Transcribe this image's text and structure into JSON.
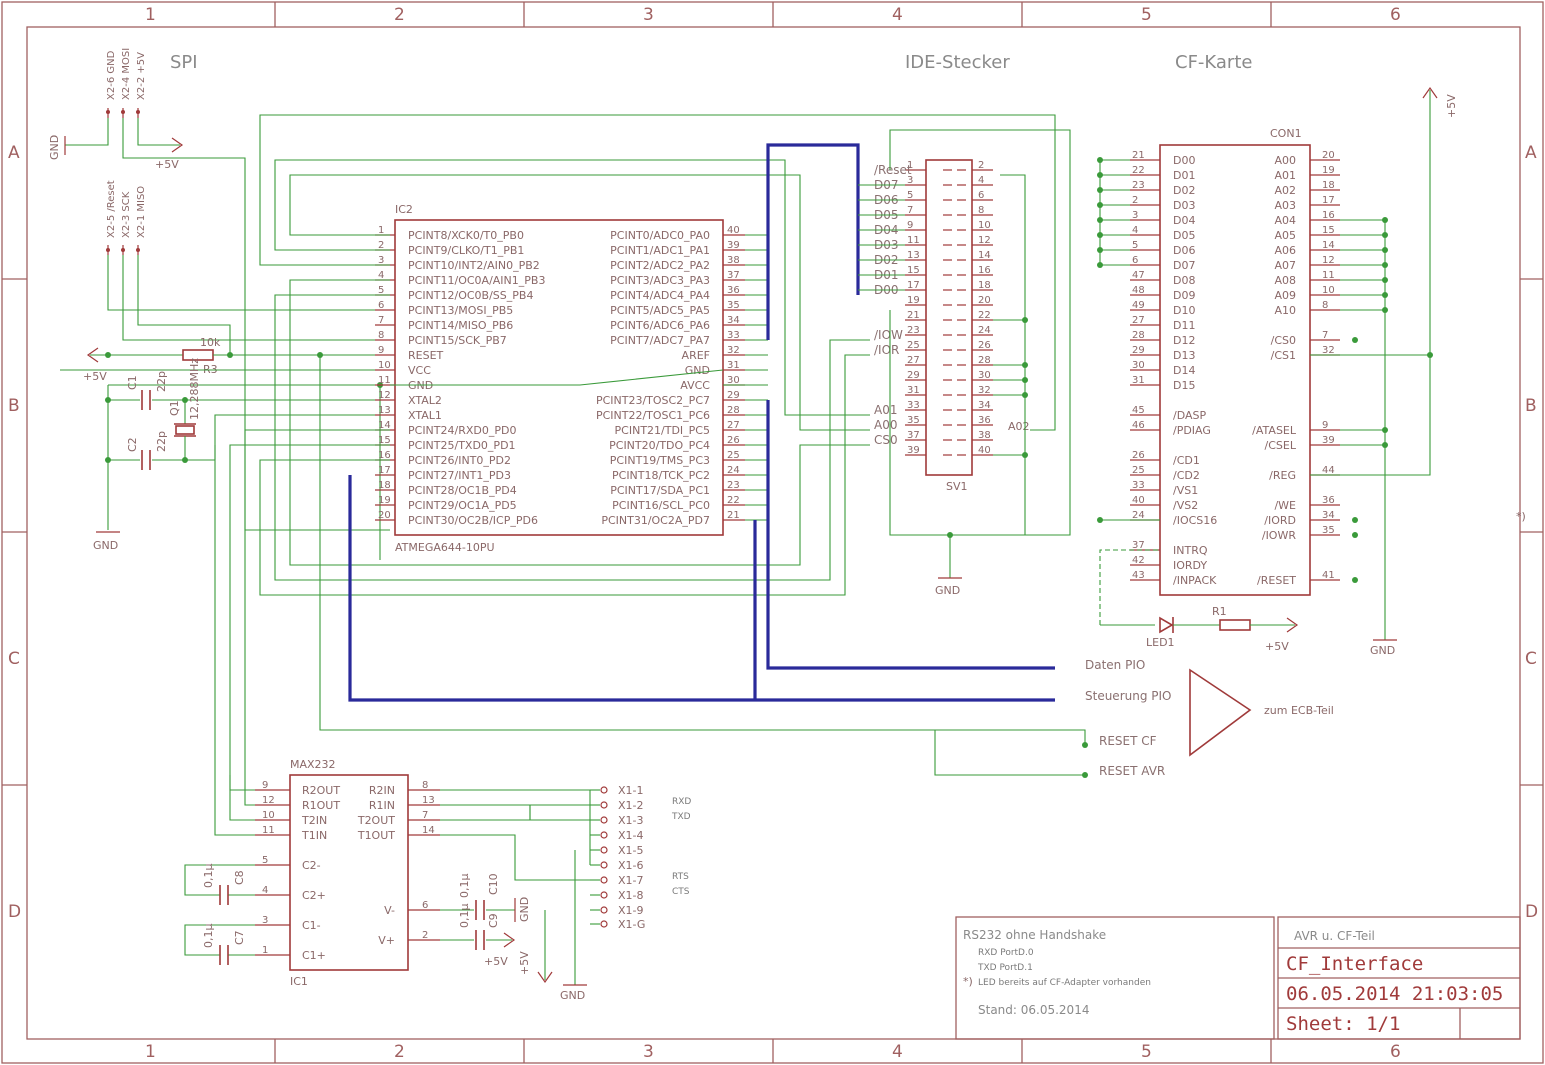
{
  "grid": {
    "columns": [
      "1",
      "2",
      "3",
      "4",
      "5",
      "6"
    ],
    "rows": [
      "A",
      "B",
      "C",
      "D"
    ]
  },
  "section_titles": {
    "spi": "SPI",
    "ide": "IDE-Stecker",
    "cf": "CF-Karte"
  },
  "spi_header": {
    "top_pins": [
      "X2-6 GND",
      "X2-4 MOSI",
      "X2-2 +5V"
    ],
    "bottom_pins": [
      "X2-5 /Reset",
      "X2-3 SCK",
      "X2-1 MISO"
    ],
    "gnd": "GND",
    "vcc": "+5V"
  },
  "ic2": {
    "name": "IC2",
    "value": "ATMEGA644-10PU",
    "left_pins": [
      {
        "num": "1",
        "name": "PCINT8/XCK0/T0_PB0"
      },
      {
        "num": "2",
        "name": "PCINT9/CLKO/T1_PB1"
      },
      {
        "num": "3",
        "name": "PCINT10/INT2/AIN0_PB2"
      },
      {
        "num": "4",
        "name": "PCINT11/OC0A/AIN1_PB3"
      },
      {
        "num": "5",
        "name": "PCINT12/OC0B/SS_PB4"
      },
      {
        "num": "6",
        "name": "PCINT13/MOSI_PB5"
      },
      {
        "num": "7",
        "name": "PCINT14/MISO_PB6"
      },
      {
        "num": "8",
        "name": "PCINT15/SCK_PB7"
      },
      {
        "num": "9",
        "name": "RESET"
      },
      {
        "num": "10",
        "name": "VCC"
      },
      {
        "num": "11",
        "name": "GND"
      },
      {
        "num": "12",
        "name": "XTAL2"
      },
      {
        "num": "13",
        "name": "XTAL1"
      },
      {
        "num": "14",
        "name": "PCINT24/RXD0_PD0"
      },
      {
        "num": "15",
        "name": "PCINT25/TXD0_PD1"
      },
      {
        "num": "16",
        "name": "PCINT26/INT0_PD2"
      },
      {
        "num": "17",
        "name": "PCINT27/INT1_PD3"
      },
      {
        "num": "18",
        "name": "PCINT28/OC1B_PD4"
      },
      {
        "num": "19",
        "name": "PCINT29/OC1A_PD5"
      },
      {
        "num": "20",
        "name": "PCINT30/OC2B/ICP_PD6"
      }
    ],
    "right_pins": [
      {
        "num": "40",
        "name": "PCINT0/ADC0_PA0"
      },
      {
        "num": "39",
        "name": "PCINT1/ADC1_PA1"
      },
      {
        "num": "38",
        "name": "PCINT2/ADC2_PA2"
      },
      {
        "num": "37",
        "name": "PCINT3/ADC3_PA3"
      },
      {
        "num": "36",
        "name": "PCINT4/ADC4_PA4"
      },
      {
        "num": "35",
        "name": "PCINT5/ADC5_PA5"
      },
      {
        "num": "34",
        "name": "PCINT6/ADC6_PA6"
      },
      {
        "num": "33",
        "name": "PCINT7/ADC7_PA7"
      },
      {
        "num": "32",
        "name": "AREF"
      },
      {
        "num": "31",
        "name": "GND"
      },
      {
        "num": "30",
        "name": "AVCC"
      },
      {
        "num": "29",
        "name": "PCINT23/TOSC2_PC7"
      },
      {
        "num": "28",
        "name": "PCINT22/TOSC1_PC6"
      },
      {
        "num": "27",
        "name": "PCINT21/TDI_PC5"
      },
      {
        "num": "26",
        "name": "PCINT20/TDO_PC4"
      },
      {
        "num": "25",
        "name": "PCINT19/TMS_PC3"
      },
      {
        "num": "24",
        "name": "PCINT18/TCK_PC2"
      },
      {
        "num": "23",
        "name": "PCINT17/SDA_PC1"
      },
      {
        "num": "22",
        "name": "PCINT16/SCL_PC0"
      },
      {
        "num": "21",
        "name": "PCINT31/OC2A_PD7"
      }
    ]
  },
  "passives": {
    "r3_name": "R3",
    "r3_value": "10k",
    "c1_name": "C1",
    "c1_value": "22p",
    "c2_name": "C2",
    "c2_value": "22p",
    "q1_name": "Q1",
    "q1_value": "12,288MHz",
    "vcc": "+5V",
    "gnd": "GND"
  },
  "ide": {
    "name": "SV1",
    "left_labels": [
      "/Reset",
      "D07",
      "D06",
      "D05",
      "D04",
      "D03",
      "D02",
      "D01",
      "D00",
      "",
      "",
      "/IOW",
      "/IOR",
      "",
      "",
      "",
      "A01",
      "A00",
      "CS0",
      ""
    ],
    "left_nums": [
      "1",
      "3",
      "5",
      "7",
      "9",
      "11",
      "13",
      "15",
      "17",
      "19",
      "21",
      "23",
      "25",
      "27",
      "29",
      "31",
      "33",
      "35",
      "37",
      "39"
    ],
    "right_nums": [
      "2",
      "4",
      "6",
      "8",
      "10",
      "12",
      "14",
      "16",
      "18",
      "20",
      "22",
      "24",
      "26",
      "28",
      "30",
      "32",
      "34",
      "36",
      "38",
      "40"
    ],
    "a02_label": "A02",
    "gnd": "GND"
  },
  "cf": {
    "name": "CON1",
    "left_pins": [
      {
        "num": "21",
        "name": "D00"
      },
      {
        "num": "22",
        "name": "D01"
      },
      {
        "num": "23",
        "name": "D02"
      },
      {
        "num": "2",
        "name": "D03"
      },
      {
        "num": "3",
        "name": "D04"
      },
      {
        "num": "4",
        "name": "D05"
      },
      {
        "num": "5",
        "name": "D06"
      },
      {
        "num": "6",
        "name": "D07"
      },
      {
        "num": "47",
        "name": "D08"
      },
      {
        "num": "48",
        "name": "D09"
      },
      {
        "num": "49",
        "name": "D10"
      },
      {
        "num": "27",
        "name": "D11"
      },
      {
        "num": "28",
        "name": "D12"
      },
      {
        "num": "29",
        "name": "D13"
      },
      {
        "num": "30",
        "name": "D14"
      },
      {
        "num": "31",
        "name": "D15"
      },
      {
        "num": "",
        "name": ""
      },
      {
        "num": "45",
        "name": "/DASP"
      },
      {
        "num": "46",
        "name": "/PDIAG"
      },
      {
        "num": "",
        "name": ""
      },
      {
        "num": "26",
        "name": "/CD1"
      },
      {
        "num": "25",
        "name": "/CD2"
      },
      {
        "num": "33",
        "name": "/VS1"
      },
      {
        "num": "40",
        "name": "/VS2"
      },
      {
        "num": "24",
        "name": "/IOCS16"
      },
      {
        "num": "",
        "name": ""
      },
      {
        "num": "37",
        "name": "INTRQ"
      },
      {
        "num": "42",
        "name": "IORDY"
      },
      {
        "num": "43",
        "name": "/INPACK"
      }
    ],
    "right_pins": [
      {
        "num": "20",
        "name": "A00"
      },
      {
        "num": "19",
        "name": "A01"
      },
      {
        "num": "18",
        "name": "A02"
      },
      {
        "num": "17",
        "name": "A03"
      },
      {
        "num": "16",
        "name": "A04"
      },
      {
        "num": "15",
        "name": "A05"
      },
      {
        "num": "14",
        "name": "A06"
      },
      {
        "num": "12",
        "name": "A07"
      },
      {
        "num": "11",
        "name": "A08"
      },
      {
        "num": "10",
        "name": "A09"
      },
      {
        "num": "8",
        "name": "A10"
      },
      {
        "num": "",
        "name": ""
      },
      {
        "num": "7",
        "name": "/CS0"
      },
      {
        "num": "32",
        "name": "/CS1"
      },
      {
        "num": "",
        "name": ""
      },
      {
        "num": "",
        "name": ""
      },
      {
        "num": "",
        "name": ""
      },
      {
        "num": "",
        "name": ""
      },
      {
        "num": "9",
        "name": "/ATASEL"
      },
      {
        "num": "39",
        "name": "/CSEL"
      },
      {
        "num": "",
        "name": ""
      },
      {
        "num": "44",
        "name": "/REG"
      },
      {
        "num": "",
        "name": ""
      },
      {
        "num": "36",
        "name": "/WE"
      },
      {
        "num": "34",
        "name": "/IORD"
      },
      {
        "num": "35",
        "name": "/IOWR"
      },
      {
        "num": "",
        "name": ""
      },
      {
        "num": "",
        "name": ""
      },
      {
        "num": "41",
        "name": "/RESET"
      }
    ],
    "vcc": "+5V",
    "gnd": "GND",
    "led_name": "LED1",
    "r1_name": "R1",
    "r1_vcc": "+5V"
  },
  "ecb": {
    "daten": "Daten PIO",
    "steuerung": "Steuerung PIO",
    "reset_cf": "RESET CF",
    "reset_avr": "RESET AVR",
    "target": "zum ECB-Teil"
  },
  "max232": {
    "name": "MAX232",
    "ref": "IC1",
    "left_pins": [
      {
        "num": "9",
        "name": "R2OUT"
      },
      {
        "num": "12",
        "name": "R1OUT"
      },
      {
        "num": "10",
        "name": "T2IN"
      },
      {
        "num": "11",
        "name": "T1IN"
      },
      {
        "num": "5",
        "name": "C2-"
      },
      {
        "num": "4",
        "name": "C2+"
      },
      {
        "num": "3",
        "name": "C1-"
      },
      {
        "num": "1",
        "name": "C1+"
      }
    ],
    "right_pins": [
      {
        "num": "8",
        "name": "R2IN"
      },
      {
        "num": "13",
        "name": "R1IN"
      },
      {
        "num": "7",
        "name": "T2OUT"
      },
      {
        "num": "14",
        "name": "T1OUT"
      },
      {
        "num": "6",
        "name": "V-"
      },
      {
        "num": "2",
        "name": "V+"
      }
    ],
    "caps": {
      "c7": "C7",
      "c8": "C8",
      "c9": "C9",
      "c10": "C10",
      "value": "0,1µ"
    },
    "vcc": "+5V",
    "gnd": "GND"
  },
  "x1": {
    "pins": [
      "X1-1",
      "X1-2",
      "X1-3",
      "X1-4",
      "X1-5",
      "X1-6",
      "X1-7",
      "X1-8",
      "X1-9",
      "X1-G"
    ],
    "rxd": "RXD",
    "txd": "TXD",
    "rts": "RTS",
    "cts": "CTS",
    "gnd": "GND",
    "vcc": "+5V"
  },
  "notes": {
    "title": "RS232 ohne Handshake",
    "line1": "RXD PortD.0",
    "line2": "TXD PortD.1",
    "star": "*)",
    "led_note": "LED bereits auf CF-Adapter vorhanden",
    "stand": "Stand: 06.05.2014",
    "side_star": "*)"
  },
  "title_block": {
    "project": "AVR u. CF-Teil",
    "name": "CF_Interface",
    "date": "06.05.2014 21:03:05",
    "sheet": "Sheet: 1/1"
  }
}
